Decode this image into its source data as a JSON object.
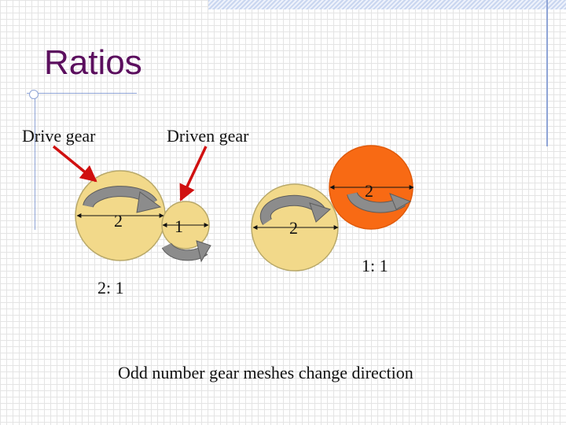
{
  "slide": {
    "title": "Ratios",
    "drive_label": "Drive gear",
    "driven_label": "Driven gear",
    "ratio_left": "2: 1",
    "ratio_right": "1: 1",
    "caption": "Odd number gear meshes change direction"
  },
  "left_pair": {
    "drive_dimension": "2",
    "driven_dimension": "1"
  },
  "right_pair": {
    "idler_dimension": "2",
    "output_dimension": "2"
  },
  "colors": {
    "gear_fill": "#f2d98a",
    "gear_stroke": "#b9a96a",
    "output_gear_fill": "#f86a14",
    "output_gear_stroke": "#e05a0a",
    "rotation_arrow": "#8c8c8c",
    "pointer_arrow": "#d01010",
    "title": "#5b0f5e"
  }
}
